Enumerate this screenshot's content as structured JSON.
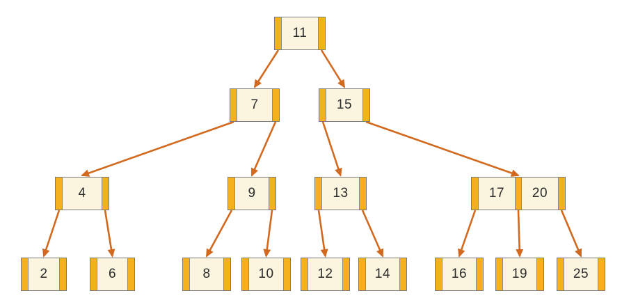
{
  "diagram": {
    "type": "tree",
    "kind": "b-tree",
    "nodes": [
      {
        "id": "n11",
        "keys": [
          "11"
        ]
      },
      {
        "id": "n7",
        "keys": [
          "7"
        ]
      },
      {
        "id": "n15",
        "keys": [
          "15"
        ]
      },
      {
        "id": "n4",
        "keys": [
          "4"
        ]
      },
      {
        "id": "n9",
        "keys": [
          "9"
        ]
      },
      {
        "id": "n13",
        "keys": [
          "13"
        ]
      },
      {
        "id": "n1720",
        "keys": [
          "17",
          "20"
        ]
      },
      {
        "id": "n2",
        "keys": [
          "2"
        ]
      },
      {
        "id": "n6",
        "keys": [
          "6"
        ]
      },
      {
        "id": "n8",
        "keys": [
          "8"
        ]
      },
      {
        "id": "n10",
        "keys": [
          "10"
        ]
      },
      {
        "id": "n12",
        "keys": [
          "12"
        ]
      },
      {
        "id": "n14",
        "keys": [
          "14"
        ]
      },
      {
        "id": "n16",
        "keys": [
          "16"
        ]
      },
      {
        "id": "n19",
        "keys": [
          "19"
        ]
      },
      {
        "id": "n25",
        "keys": [
          "25"
        ]
      }
    ],
    "edges": [
      {
        "from": "n11",
        "port": "left",
        "to": "n7"
      },
      {
        "from": "n11",
        "port": "right",
        "to": "n15"
      },
      {
        "from": "n7",
        "port": "left",
        "to": "n4"
      },
      {
        "from": "n7",
        "port": "right",
        "to": "n9"
      },
      {
        "from": "n15",
        "port": "left",
        "to": "n13"
      },
      {
        "from": "n15",
        "port": "right",
        "to": "n1720",
        "toPort": "mid"
      },
      {
        "from": "n4",
        "port": "left",
        "to": "n2"
      },
      {
        "from": "n4",
        "port": "right",
        "to": "n6"
      },
      {
        "from": "n9",
        "port": "left",
        "to": "n8"
      },
      {
        "from": "n9",
        "port": "right",
        "to": "n10"
      },
      {
        "from": "n13",
        "port": "left",
        "to": "n12"
      },
      {
        "from": "n13",
        "port": "right",
        "to": "n14"
      },
      {
        "from": "n1720",
        "port": "left",
        "to": "n16"
      },
      {
        "from": "n1720",
        "port": "mid",
        "to": "n19"
      },
      {
        "from": "n1720",
        "port": "right",
        "to": "n25"
      }
    ],
    "colors": {
      "slot_gold": "#f5b01e",
      "node_cream": "#fbf5e0",
      "node_border": "#7a7a7a",
      "arrow": "#d2691e",
      "key_text": "#2b2b2b",
      "background": "#ffffff"
    }
  }
}
